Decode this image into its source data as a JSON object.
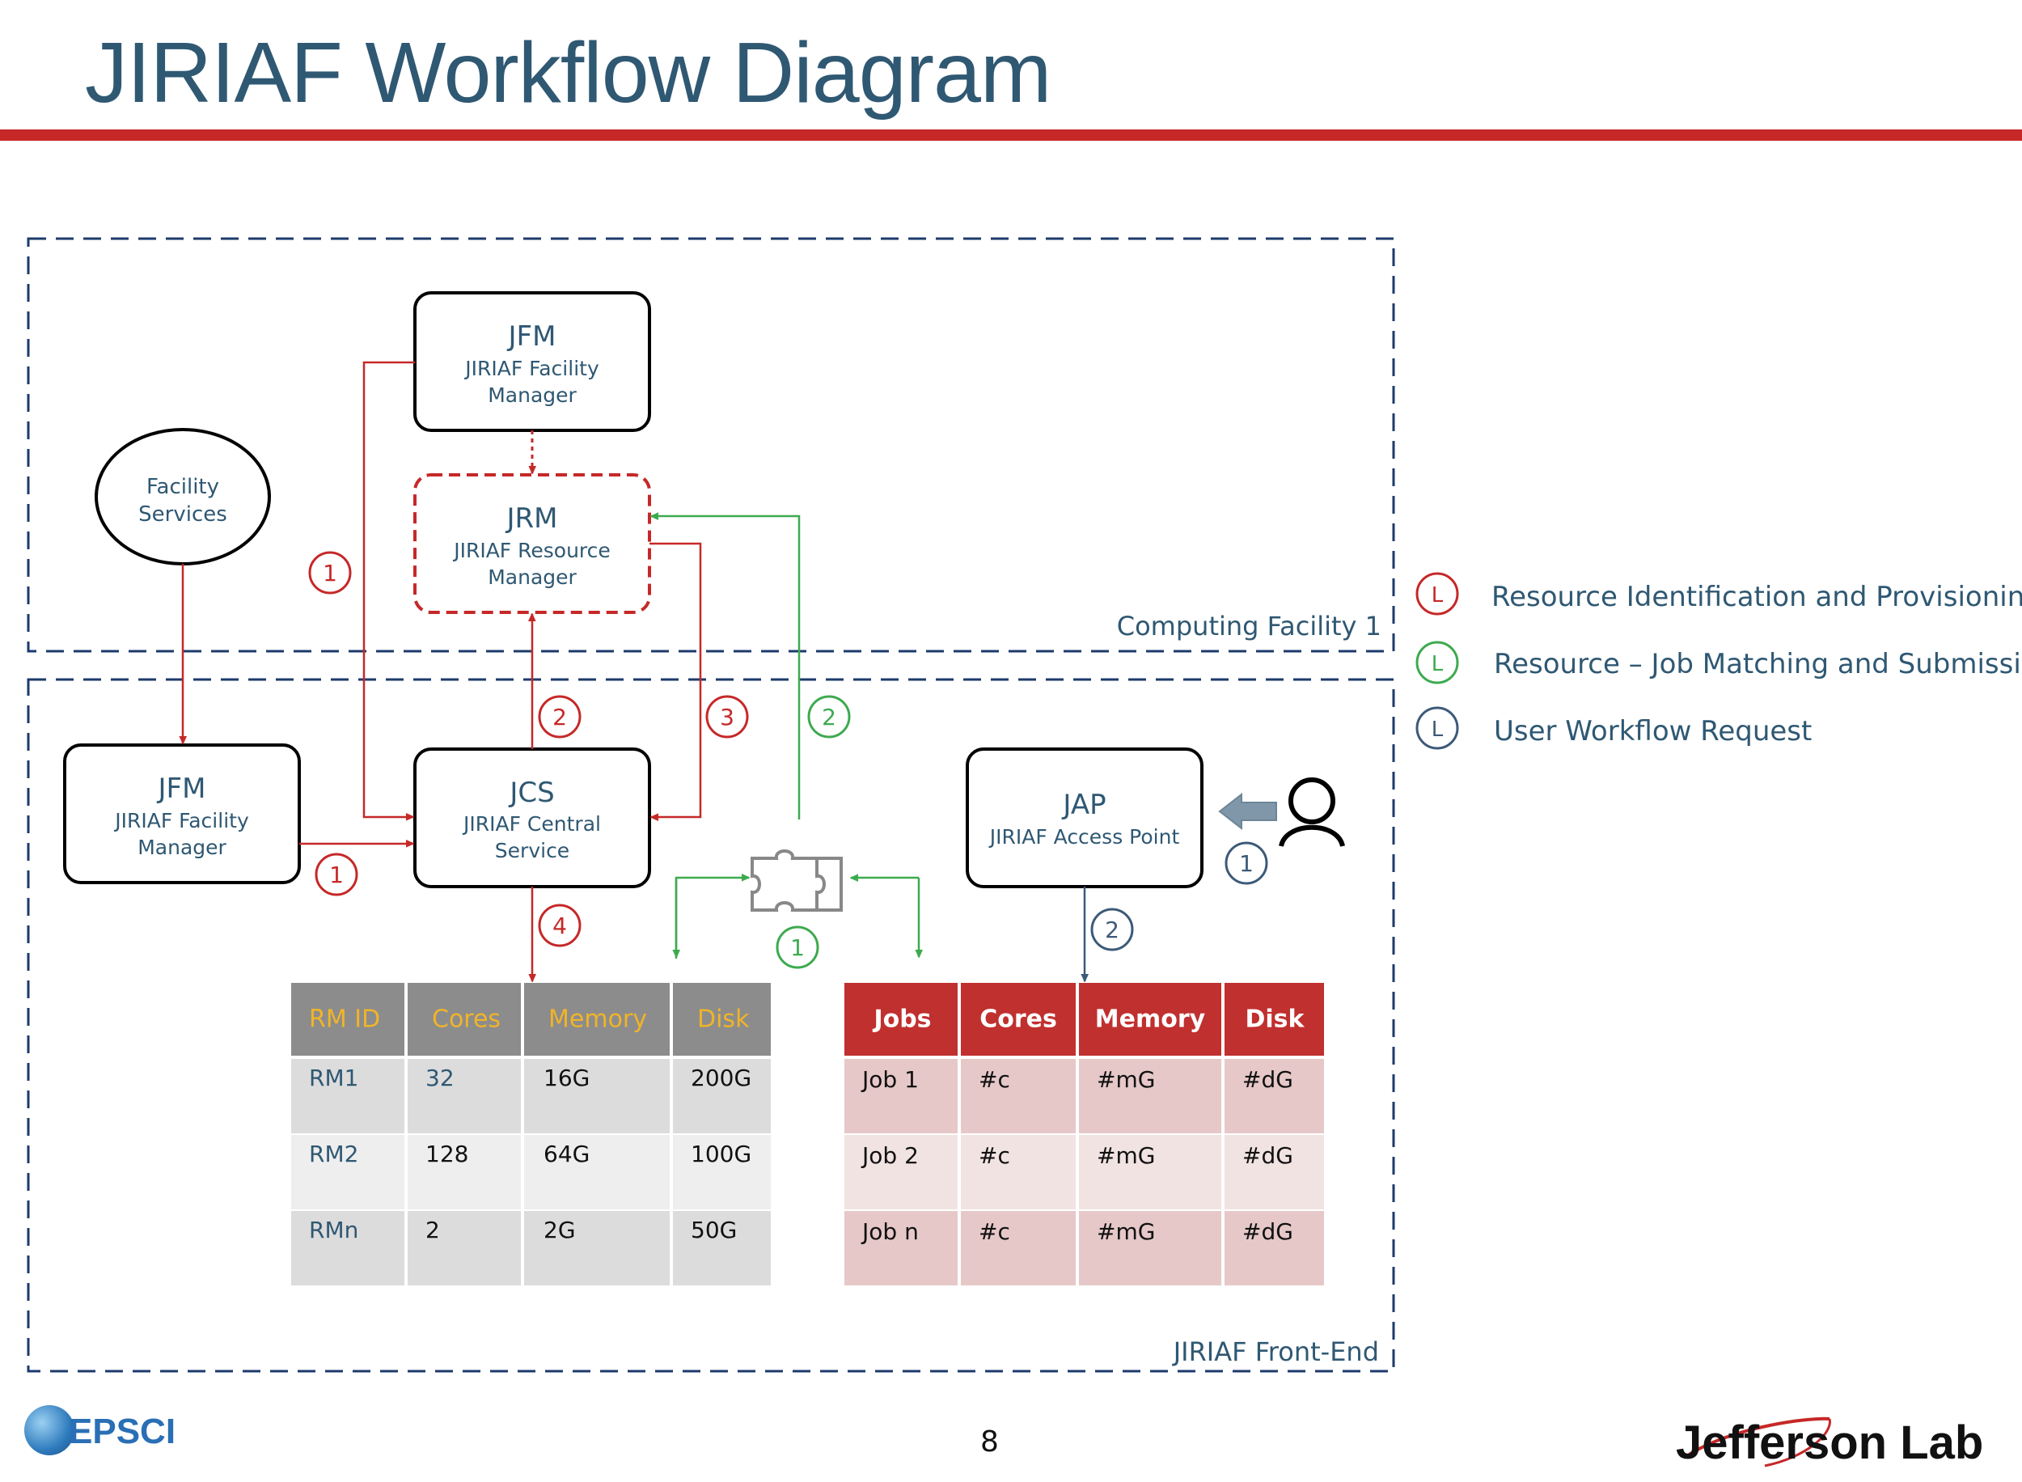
{
  "page": {
    "title": "JIRIAF Workflow Diagram",
    "page_number": "8",
    "logo_left": "EPSCI",
    "logo_right": "Jefferson Lab"
  },
  "colors": {
    "title": "#2f5873",
    "red": "#c62828",
    "green": "#3daa4f",
    "blue": "#3c5a78",
    "table_gray_header": "#8c8c8c",
    "table_gray_header_text": "#f0b429",
    "table_red_header": "#c0302f"
  },
  "regions": {
    "computing_facility": "Computing Facility 1",
    "front_end": "JIRIAF Front-End"
  },
  "nodes": {
    "facility_services": {
      "line1": "Facility",
      "line2": "Services"
    },
    "jfm_top": {
      "title": "JFM",
      "line1": "JIRIAF Facility",
      "line2": "Manager"
    },
    "jrm": {
      "title": "JRM",
      "line1": "JIRIAF Resource",
      "line2": "Manager"
    },
    "jfm_left": {
      "title": "JFM",
      "line1": "JIRIAF Facility",
      "line2": "Manager"
    },
    "jcs": {
      "title": "JCS",
      "line1": "JIRIAF Central",
      "line2": "Service"
    },
    "jap": {
      "title": "JAP",
      "line1": "JIRIAF Access Point"
    }
  },
  "markers": {
    "red_1_top": "1",
    "red_1_left": "1",
    "red_2": "2",
    "red_3": "3",
    "red_4": "4",
    "green_2": "2",
    "green_1": "1",
    "blue_1": "1",
    "blue_2": "2"
  },
  "legend": [
    {
      "marker": "L",
      "color": "red",
      "label": "Resource Identification and Provisioning"
    },
    {
      "marker": "L",
      "color": "green",
      "label": "Resource – Job  Matching and Submission"
    },
    {
      "marker": "L",
      "color": "blue",
      "label": "User Workflow Request"
    }
  ],
  "resource_table": {
    "headers": [
      "RM ID",
      "Cores",
      "Memory",
      "Disk"
    ],
    "rows": [
      [
        "RM1",
        "32",
        "16G",
        "200G"
      ],
      [
        "RM2",
        "128",
        "64G",
        "100G"
      ],
      [
        "RMn",
        "2",
        "2G",
        "50G"
      ]
    ]
  },
  "jobs_table": {
    "headers": [
      "Jobs",
      "Cores",
      "Memory",
      "Disk"
    ],
    "rows": [
      [
        "Job 1",
        "#c",
        "#mG",
        "#dG"
      ],
      [
        "Job 2",
        "#c",
        "#mG",
        "#dG"
      ],
      [
        "Job n",
        "#c",
        "#mG",
        "#dG"
      ]
    ]
  },
  "icons": {
    "user": "user-icon",
    "puzzle": "puzzle-icon",
    "arrow_into_jap": "arrow-left-icon"
  }
}
